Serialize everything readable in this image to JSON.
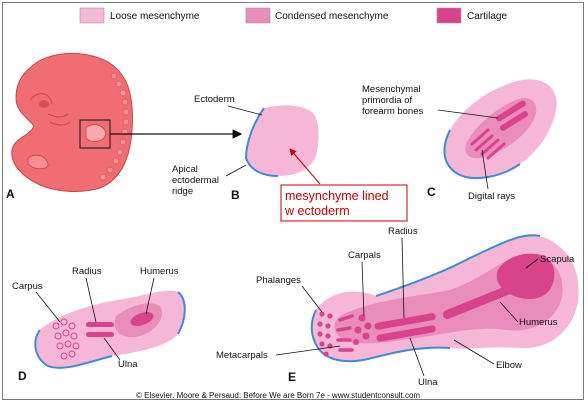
{
  "legend": {
    "items": [
      {
        "label": "Loose mesenchyme",
        "color": "#f6b7d6"
      },
      {
        "label": "Condensed mesenchyme",
        "color": "#e98dbb"
      },
      {
        "label": "Cartilage",
        "color": "#d9438c"
      }
    ]
  },
  "colors": {
    "loose": "#f6b7d6",
    "condensed": "#e98dbb",
    "cartilage": "#d9438c",
    "embryo": "#ef6d73",
    "ectoderm_line": "#3f8ad6",
    "callout": "#cc0000"
  },
  "panels": {
    "a": {
      "letter": "A"
    },
    "b": {
      "letter": "B",
      "ectoderm": "Ectoderm",
      "aer_1": "Apical",
      "aer_2": "ectodermal",
      "aer_3": "ridge"
    },
    "c": {
      "letter": "C",
      "mesenchymal_1": "Mesenchymal",
      "mesenchymal_2": "primordia of",
      "mesenchymal_3": "forearm bones",
      "digital_rays": "Digital rays"
    },
    "d": {
      "letter": "D",
      "carpus": "Carpus",
      "radius": "Radius",
      "humerus": "Humerus",
      "ulna": "Ulna"
    },
    "e": {
      "letter": "E",
      "radius": "Radius",
      "carpals": "Carpals",
      "phalanges": "Phalanges",
      "scapula": "Scapula",
      "humerus": "Humerus",
      "metacarpals": "Metacarpals",
      "elbow": "Elbow",
      "ulna": "Ulna"
    }
  },
  "callout": {
    "line_1": "mesynchyme lined",
    "line_2": "w ectoderm"
  },
  "credit": "© Elsevier. Moore & Persaud: Before We are Born 7e - www.studentconsult.com"
}
